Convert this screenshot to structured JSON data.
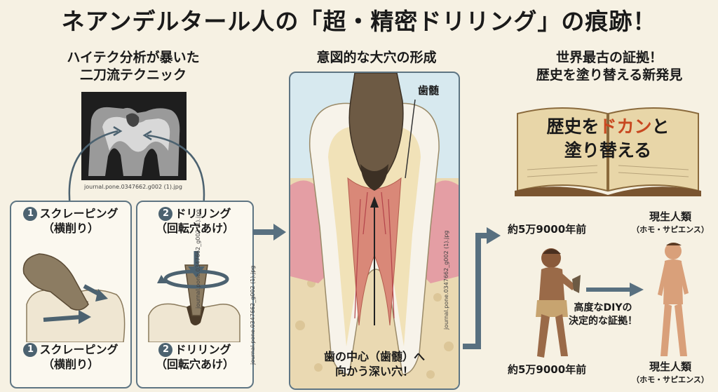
{
  "title": "ネアンデルタール人の「超・精密ドリリング」の痕跡！",
  "left": {
    "heading_line1": "ハイテク分析が暴いた",
    "heading_line2": "二刀流テクニック",
    "xray_caption": "journal.pone.0347662.g002 (1).jpg",
    "scraping": {
      "num": "1",
      "title": "スクレーピング",
      "sub": "（横削り）"
    },
    "drilling": {
      "num": "2",
      "title": "ドリリング",
      "sub": "（回転穴あけ）"
    },
    "side_caption_1": "journal.pone.0347662_g002 (1).jpg",
    "side_caption_2": "journal.pone.0347662_g002 (1).jpg"
  },
  "middle": {
    "heading": "意図的な大穴の形成",
    "pulp_label": "歯髄",
    "bottom_line1": "歯の中心（歯髄）へ",
    "bottom_line2": "向かう深い穴！",
    "side_caption": "journal.pone.0347662_g002 (1).jpg"
  },
  "right": {
    "heading_line1": "世界最古の証拠！",
    "heading_line2": "歴史を塗り替える新発見",
    "book_line1_a": "歴史を",
    "book_line1_b": "ドカン",
    "book_line1_c": "と",
    "book_line2": "塗り替える",
    "neanderthal_age_top": "約5万9000年前",
    "neanderthal_age_bottom": "約5万9000年前",
    "modern_label": "現生人類",
    "modern_sub": "（ホモ・サピエンス）",
    "modern_label_bottom": "現生人類",
    "modern_sub_bottom": "（ホモ・サピエンス）",
    "diy_line1": "高度なDIYの",
    "diy_line2": "決定的な証拠！"
  },
  "colors": {
    "background": "#f6f1e3",
    "panel_border": "#5e7583",
    "arrow": "#587080",
    "accent": "#c8471f"
  }
}
